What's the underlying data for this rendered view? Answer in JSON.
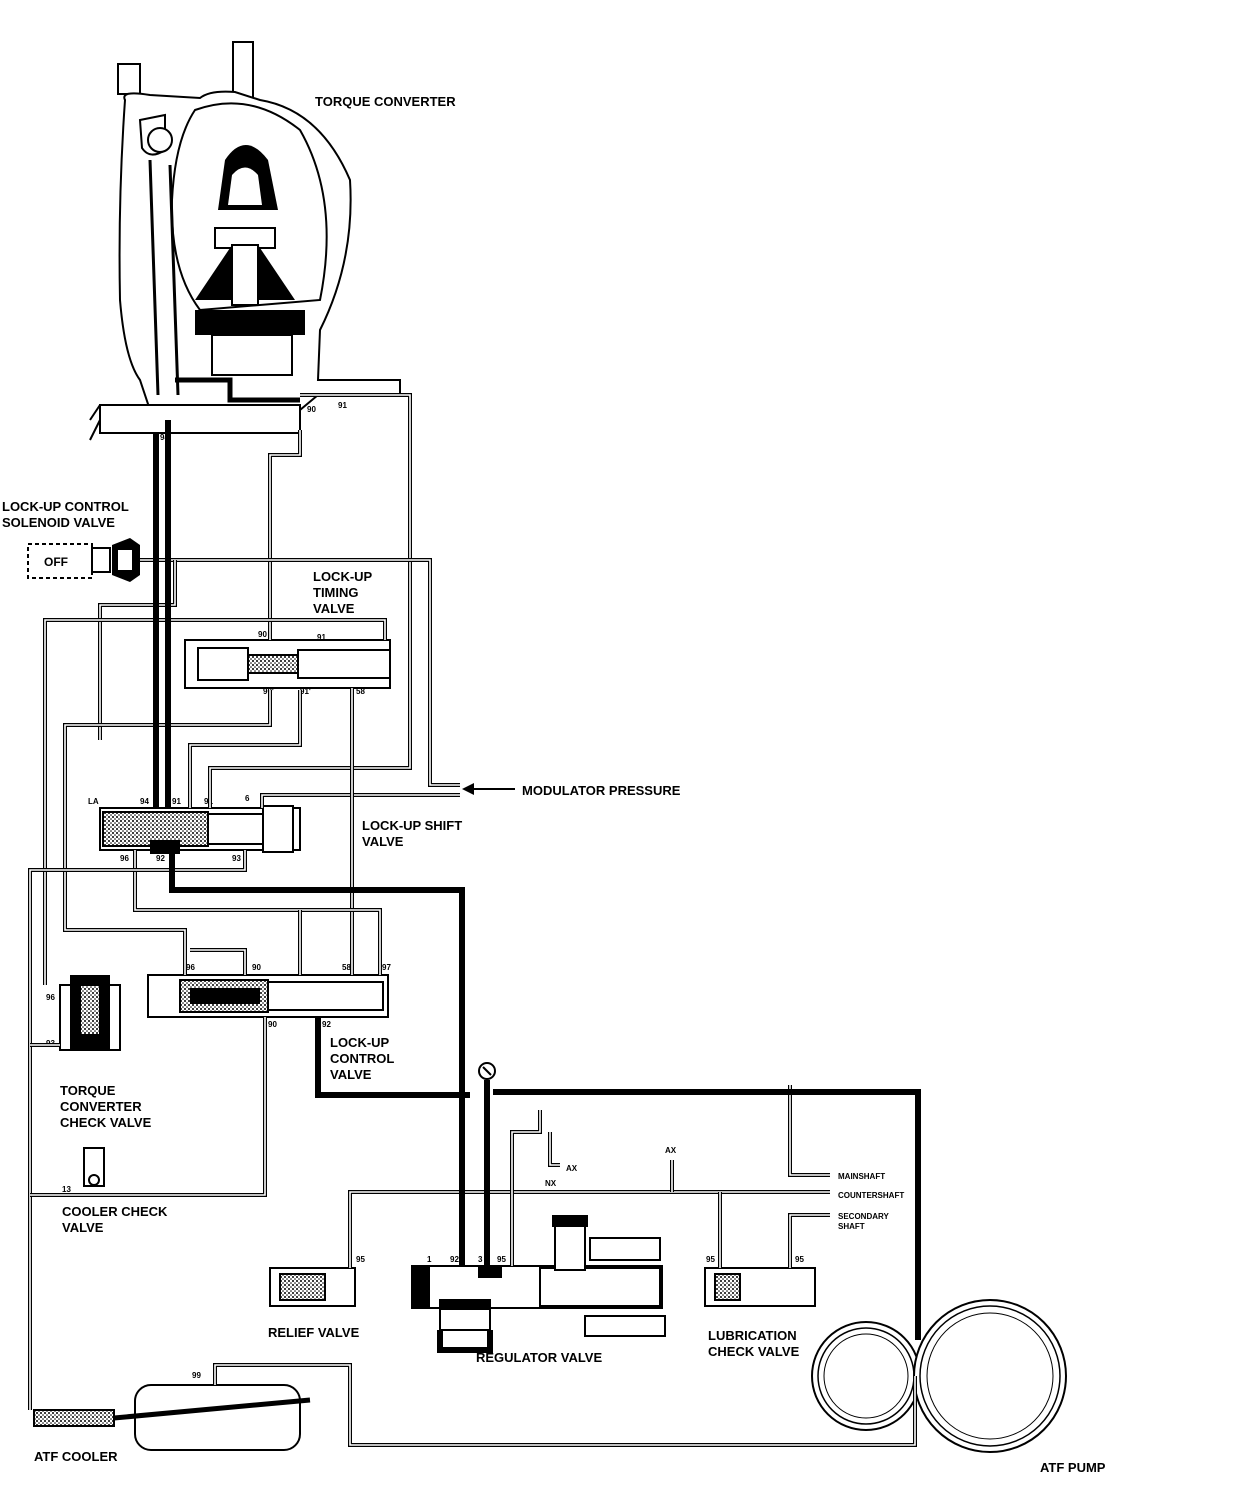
{
  "labels": {
    "torque_converter": "TORQUE CONVERTER",
    "lockup_solenoid_line1": "LOCK-UP CONTROL",
    "lockup_solenoid_line2": "SOLENOID VALVE",
    "solenoid_state": "OFF",
    "lockup_timing_line1": "LOCK-UP",
    "lockup_timing_line2": "TIMING",
    "lockup_timing_line3": "VALVE",
    "modulator_pressure": "MODULATOR PRESSURE",
    "lockup_shift_line1": "LOCK-UP SHIFT",
    "lockup_shift_line2": "VALVE",
    "lockup_control_line1": "LOCK-UP",
    "lockup_control_line2": "CONTROL",
    "lockup_control_line3": "VALVE",
    "tc_check_line1": "TORQUE",
    "tc_check_line2": "CONVERTER",
    "tc_check_line3": "CHECK VALVE",
    "cooler_check_line1": "COOLER CHECK",
    "cooler_check_line2": "VALVE",
    "relief_valve": "RELIEF VALVE",
    "regulator_valve": "REGULATOR VALVE",
    "lubrication_line1": "LUBRICATION",
    "lubrication_line2": "CHECK VALVE",
    "atf_cooler": "ATF COOLER",
    "atf_pump": "ATF PUMP",
    "mainshaft": "MAINSHAFT",
    "countershaft": "COUNTERSHAFT",
    "secondary_line1": "SECONDARY",
    "secondary_line2": "SHAFT"
  },
  "ports": {
    "p90_top": "90",
    "p91_top": "91",
    "p94_top": "94",
    "p90_timing": "90",
    "p91_timing": "91",
    "p90b_timing": "90'",
    "p91b_timing": "91'",
    "p58_timing": "58",
    "pLA": "LA",
    "p94_shift": "94",
    "p91_shift": "91",
    "p91b_shift": "91",
    "p6_shift": "6",
    "p96_shift": "96",
    "p92_shift": "92",
    "p93_shift": "93",
    "p96_ctrl": "96",
    "p90_ctrl": "90",
    "p58_ctrl": "58",
    "p97_ctrl": "97",
    "p90b_ctrl": "90",
    "p92_ctrl": "92",
    "p96_check": "96",
    "p93_check": "93",
    "p13": "13",
    "p95_relief": "95",
    "p1_reg": "1",
    "p92_reg": "92",
    "p3_reg": "3",
    "p95_reg": "95",
    "p95_lube": "95",
    "p95b_lube": "95",
    "p99": "99",
    "pAX": "AX",
    "pAX2": "AX",
    "pNX": "NX"
  }
}
